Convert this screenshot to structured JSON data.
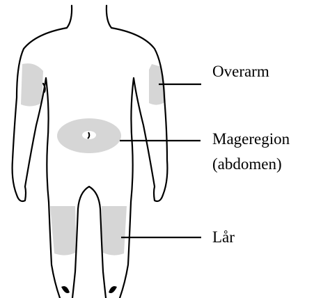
{
  "diagram": {
    "labels": {
      "upper_arm": "Overarm",
      "abdomen_line1": "Mageregion",
      "abdomen_line2": "(abdomen)",
      "thigh": "Lår"
    },
    "colors": {
      "outline": "#000000",
      "injection_area": "#d6d6d6",
      "background": "#ffffff"
    }
  }
}
